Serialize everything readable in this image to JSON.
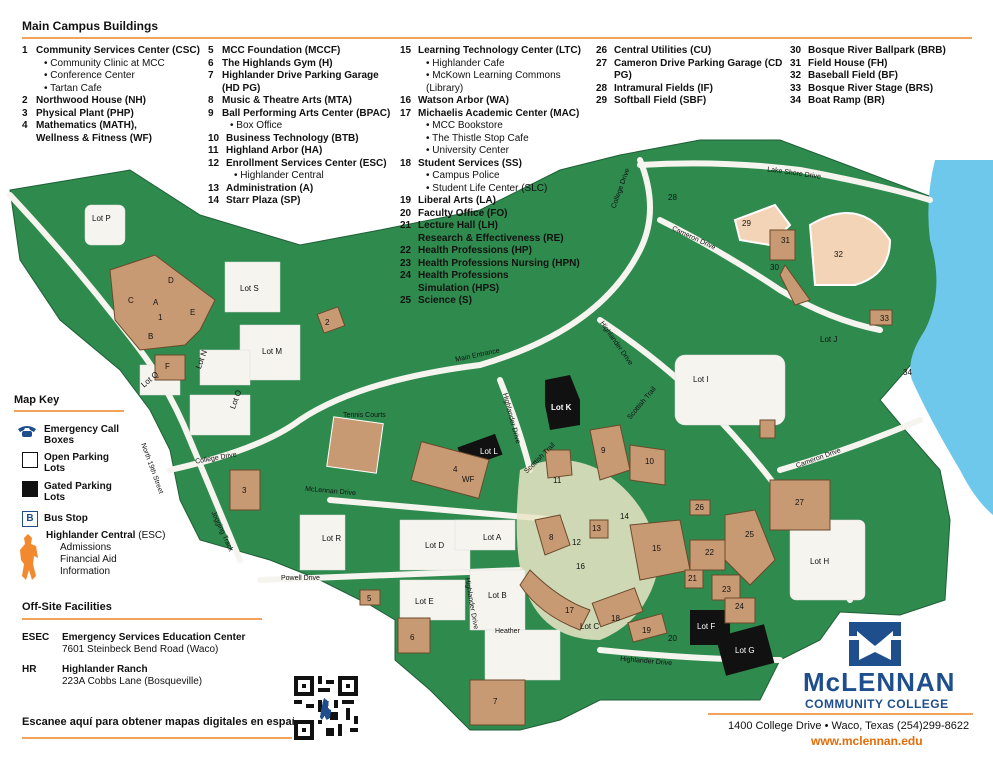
{
  "title": "Main Campus Buildings",
  "buildings_col1": [
    {
      "num": "1",
      "name": "Community Services Center (CSC)",
      "subs": [
        "Community Clinic at MCC",
        "Conference Center",
        "Tartan Cafe"
      ]
    },
    {
      "num": "2",
      "name": "Northwood House (NH)",
      "subs": []
    },
    {
      "num": "3",
      "name": "Physical Plant (PHP)",
      "subs": []
    },
    {
      "num": "4",
      "name": "Mathematics (MATH),",
      "subs": [],
      "cont": "Wellness & Fitness (WF)"
    }
  ],
  "buildings_col2": [
    {
      "num": "5",
      "name": "MCC Foundation (MCCF)",
      "subs": []
    },
    {
      "num": "6",
      "name": "The Highlands Gym (H)",
      "subs": []
    },
    {
      "num": "7",
      "name": "Highlander Drive Parking Garage (HD PG)",
      "subs": []
    },
    {
      "num": "8",
      "name": "Music & Theatre Arts (MTA)",
      "subs": []
    },
    {
      "num": "9",
      "name": "Ball Performing Arts Center (BPAC)",
      "subs": [
        "Box Office"
      ]
    },
    {
      "num": "10",
      "name": "Business Technology (BTB)",
      "subs": []
    },
    {
      "num": "11",
      "name": "Highland Arbor (HA)",
      "subs": []
    },
    {
      "num": "12",
      "name": "Enrollment Services Center (ESC)",
      "subs": [
        "Highlander Central"
      ]
    },
    {
      "num": "13",
      "name": "Administration (A)",
      "subs": []
    },
    {
      "num": "14",
      "name": "Starr Plaza (SP)",
      "subs": []
    }
  ],
  "buildings_col3": [
    {
      "num": "15",
      "name": "Learning Technology Center (LTC)",
      "subs": [
        "Highlander Cafe",
        "McKown Learning Commons (Library)"
      ]
    },
    {
      "num": "16",
      "name": "Watson Arbor (WA)",
      "subs": []
    },
    {
      "num": "17",
      "name": "Michaelis Academic Center (MAC)",
      "subs": [
        "MCC Bookstore",
        "The Thistle Stop Cafe",
        "University Center"
      ]
    },
    {
      "num": "18",
      "name": "Student Services (SS)",
      "subs": [
        "Campus Police",
        "Student Life Center (SLC)"
      ]
    },
    {
      "num": "19",
      "name": "Liberal Arts (LA)",
      "subs": []
    },
    {
      "num": "20",
      "name": "Faculty Office (FO)",
      "subs": []
    },
    {
      "num": "21",
      "name": "Lecture Hall (LH)",
      "subs": [],
      "cont": "Research & Effectiveness (RE)"
    },
    {
      "num": "22",
      "name": "Health Professions (HP)",
      "subs": []
    },
    {
      "num": "23",
      "name": "Health Professions Nursing (HPN)",
      "subs": []
    },
    {
      "num": "24",
      "name": "Health Professions",
      "subs": [],
      "cont": "Simulation (HPS)"
    },
    {
      "num": "25",
      "name": "Science (S)",
      "subs": []
    }
  ],
  "buildings_col4": [
    {
      "num": "26",
      "name": "Central Utilities (CU)",
      "subs": []
    },
    {
      "num": "27",
      "name": "Cameron Drive Parking Garage (CD PG)",
      "subs": []
    },
    {
      "num": "28",
      "name": "Intramural Fields (IF)",
      "subs": []
    },
    {
      "num": "29",
      "name": "Softball Field (SBF)",
      "subs": []
    }
  ],
  "buildings_col5": [
    {
      "num": "30",
      "name": "Bosque River Ballpark (BRB)",
      "subs": []
    },
    {
      "num": "31",
      "name": "Field House (FH)",
      "subs": []
    },
    {
      "num": "32",
      "name": "Baseball Field (BF)",
      "subs": []
    },
    {
      "num": "33",
      "name": "Bosque River Stage (BRS)",
      "subs": []
    },
    {
      "num": "34",
      "name": "Boat Ramp (BR)",
      "subs": []
    }
  ],
  "map_key": {
    "title": "Map Key",
    "emergency": "Emergency Call Boxes",
    "open_lots": "Open Parking Lots",
    "gated_lots": "Gated Parking Lots",
    "bus_stop": "Bus Stop",
    "bus_letter": "B",
    "hc_title": "Highlander Central",
    "hc_suffix": "(ESC)",
    "hc_items": [
      "Admissions",
      "Financial Aid",
      "Information"
    ]
  },
  "offsite": {
    "title": "Off-Site Facilities",
    "items": [
      {
        "code": "ESEC",
        "name": "Emergency Services Education Center",
        "addr": "7601 Steinbeck Bend Road (Waco)"
      },
      {
        "code": "HR",
        "name": "Highlander Ranch",
        "addr": "223A Cobbs Lane (Bosqueville)"
      }
    ]
  },
  "spanish_note": "Escanee aquí para obtener mapas digitales en español.",
  "brand": {
    "name_line1": "McLENNAN",
    "name_line2": "COMMUNITY COLLEGE",
    "address": "1400 College Drive • Waco, Texas (254)299-8622",
    "url": "www.mclennan.edu"
  },
  "roads": {
    "lake_shore": "Lake Shore Drive",
    "college_drive_ne": "College Drive",
    "cameron": "Cameron Drive",
    "cameron_e": "Cameron Drive",
    "highlander_drive_n": "Highlander Drive",
    "highlander_drive_c": "Highlander Drive",
    "highlander_drive_s": "Highlander Drive",
    "highlander_drive_e": "Highlander Drive",
    "main_entrance": "Main Entrance",
    "college_drive_w": "College Drive",
    "north_19th": "North 19th Street",
    "mclennan_drive": "McLennan Drive",
    "powell": "Powell Drive",
    "scottish_trail": "Scottish Trail",
    "scottish_trail_2": "Scottish Trail",
    "jogging_track": "Jogging Track",
    "heather": "Heather",
    "tennis_courts": "Tennis Courts"
  },
  "lots": [
    "Lot P",
    "Lot S",
    "Lot M",
    "Lot N",
    "Lot Q",
    "Lot O",
    "Lot K",
    "Lot L",
    "Lot J",
    "Lot I",
    "Lot R",
    "Lot D",
    "Lot A",
    "Lot B",
    "Lot E",
    "Lot C",
    "Lot F",
    "Lot G",
    "Lot H"
  ],
  "building_numbers": [
    "1",
    "2",
    "3",
    "4",
    "5",
    "6",
    "7",
    "8",
    "9",
    "10",
    "11",
    "12",
    "13",
    "14",
    "15",
    "16",
    "17",
    "18",
    "19",
    "20",
    "21",
    "22",
    "23",
    "24",
    "25",
    "26",
    "27",
    "28",
    "29",
    "30",
    "31",
    "32",
    "33",
    "34"
  ],
  "building_letters": [
    "D",
    "C",
    "A",
    "B",
    "F",
    "E",
    "WF"
  ],
  "colors": {
    "accent_orange": "#f2a25a",
    "grass": "#2f8a4e",
    "grass_dark": "#2a7a45",
    "building": "#c89a73",
    "paving": "#f6f4ee",
    "river": "#6dc8ec",
    "brand_blue": "#1f4e8c",
    "url_orange": "#e36c09"
  }
}
